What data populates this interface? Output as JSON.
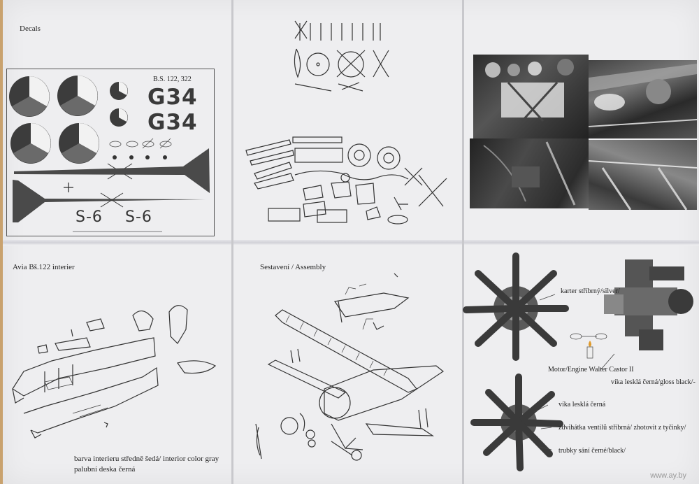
{
  "panels": {
    "decals": {
      "title": "Decals",
      "type_label": "B.S. 122, 322",
      "registration_1": "G34",
      "registration_2": "G34",
      "code_1": "S-6",
      "code_2": "S-6"
    },
    "interior": {
      "title": "Avia Bš.122 interier",
      "caption_1": "barva interieru středně šedá/ interior color gray",
      "caption_2": "palubní deska černá"
    },
    "assembly": {
      "title": "Sestavení / Assembly"
    },
    "engine": {
      "label_crankcase": "karter stříbrný/silver/",
      "label_engine": "Motor/Engine Walter Castor II",
      "label_covers_gloss": "víka lesklá černá/gloss black/-",
      "label_covers": "víka lesklá černá",
      "label_lifters": "zdvihátka ventilů stříbrná/ zhotovit z tyčinky/",
      "label_intake": "trubky sání černé/black/"
    }
  },
  "watermark": "www.ay.by",
  "colors": {
    "paper": "#eeeef0",
    "background": "#c9a26e",
    "ink": "#333333"
  }
}
